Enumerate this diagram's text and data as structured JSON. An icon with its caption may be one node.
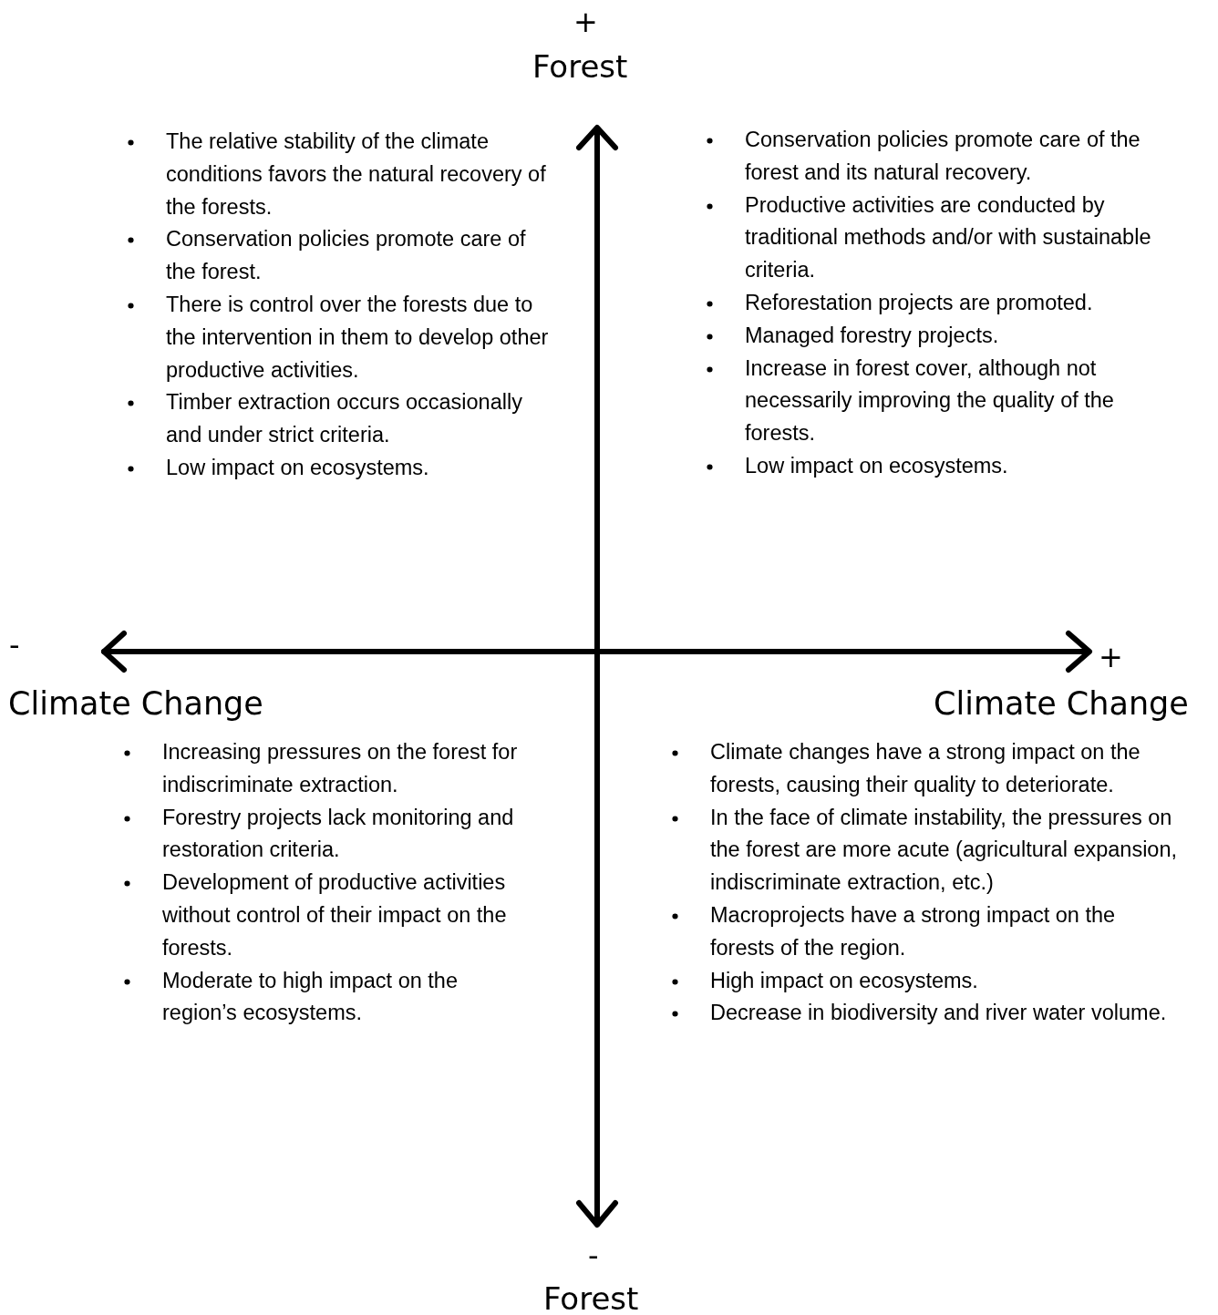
{
  "diagram": {
    "labels": [
      "+",
      "Forest",
      "The relative stability of the climate conditions favors the natural recovery of the forests.",
      "Conservation policies promote care of the forest.",
      "There is control over the forests due to the intervention in them to develop other productive activities.",
      "Timber extraction occurs occasionally and under strict criteria.",
      "Low impact on ecosystems.",
      "Conservation policies promote care of the forest and its natural recovery.",
      "Productive activities are conducted by traditional methods and/or with sustainable criteria.",
      "Reforestation projects are promoted.",
      "Managed forestry projects.",
      "Increase in forest cover, although not necessarily improving the quality of the forests.",
      "Low impact on ecosystems.",
      "-",
      "+",
      "Climate Change",
      "Climate Change",
      "Increasing pressures on the forest for indiscriminate extraction.",
      "Forestry projects lack monitoring and restoration criteria.",
      "Development of productive activities without control of their impact on the forests.",
      "Moderate to high impact on the region’s ecosystems.",
      "Climate changes have a strong impact on the forests, causing their quality to deteriorate.",
      "In the face of climate instability, the pressures on the forest are more acute (agricultural expansion, indiscriminate extraction, etc.)",
      "Macroprojects have a strong impact on the forests of the region.",
      "High impact on ecosystems.",
      "Decrease in biodiversity and river water volume.",
      "-",
      "Forest"
    ]
  }
}
